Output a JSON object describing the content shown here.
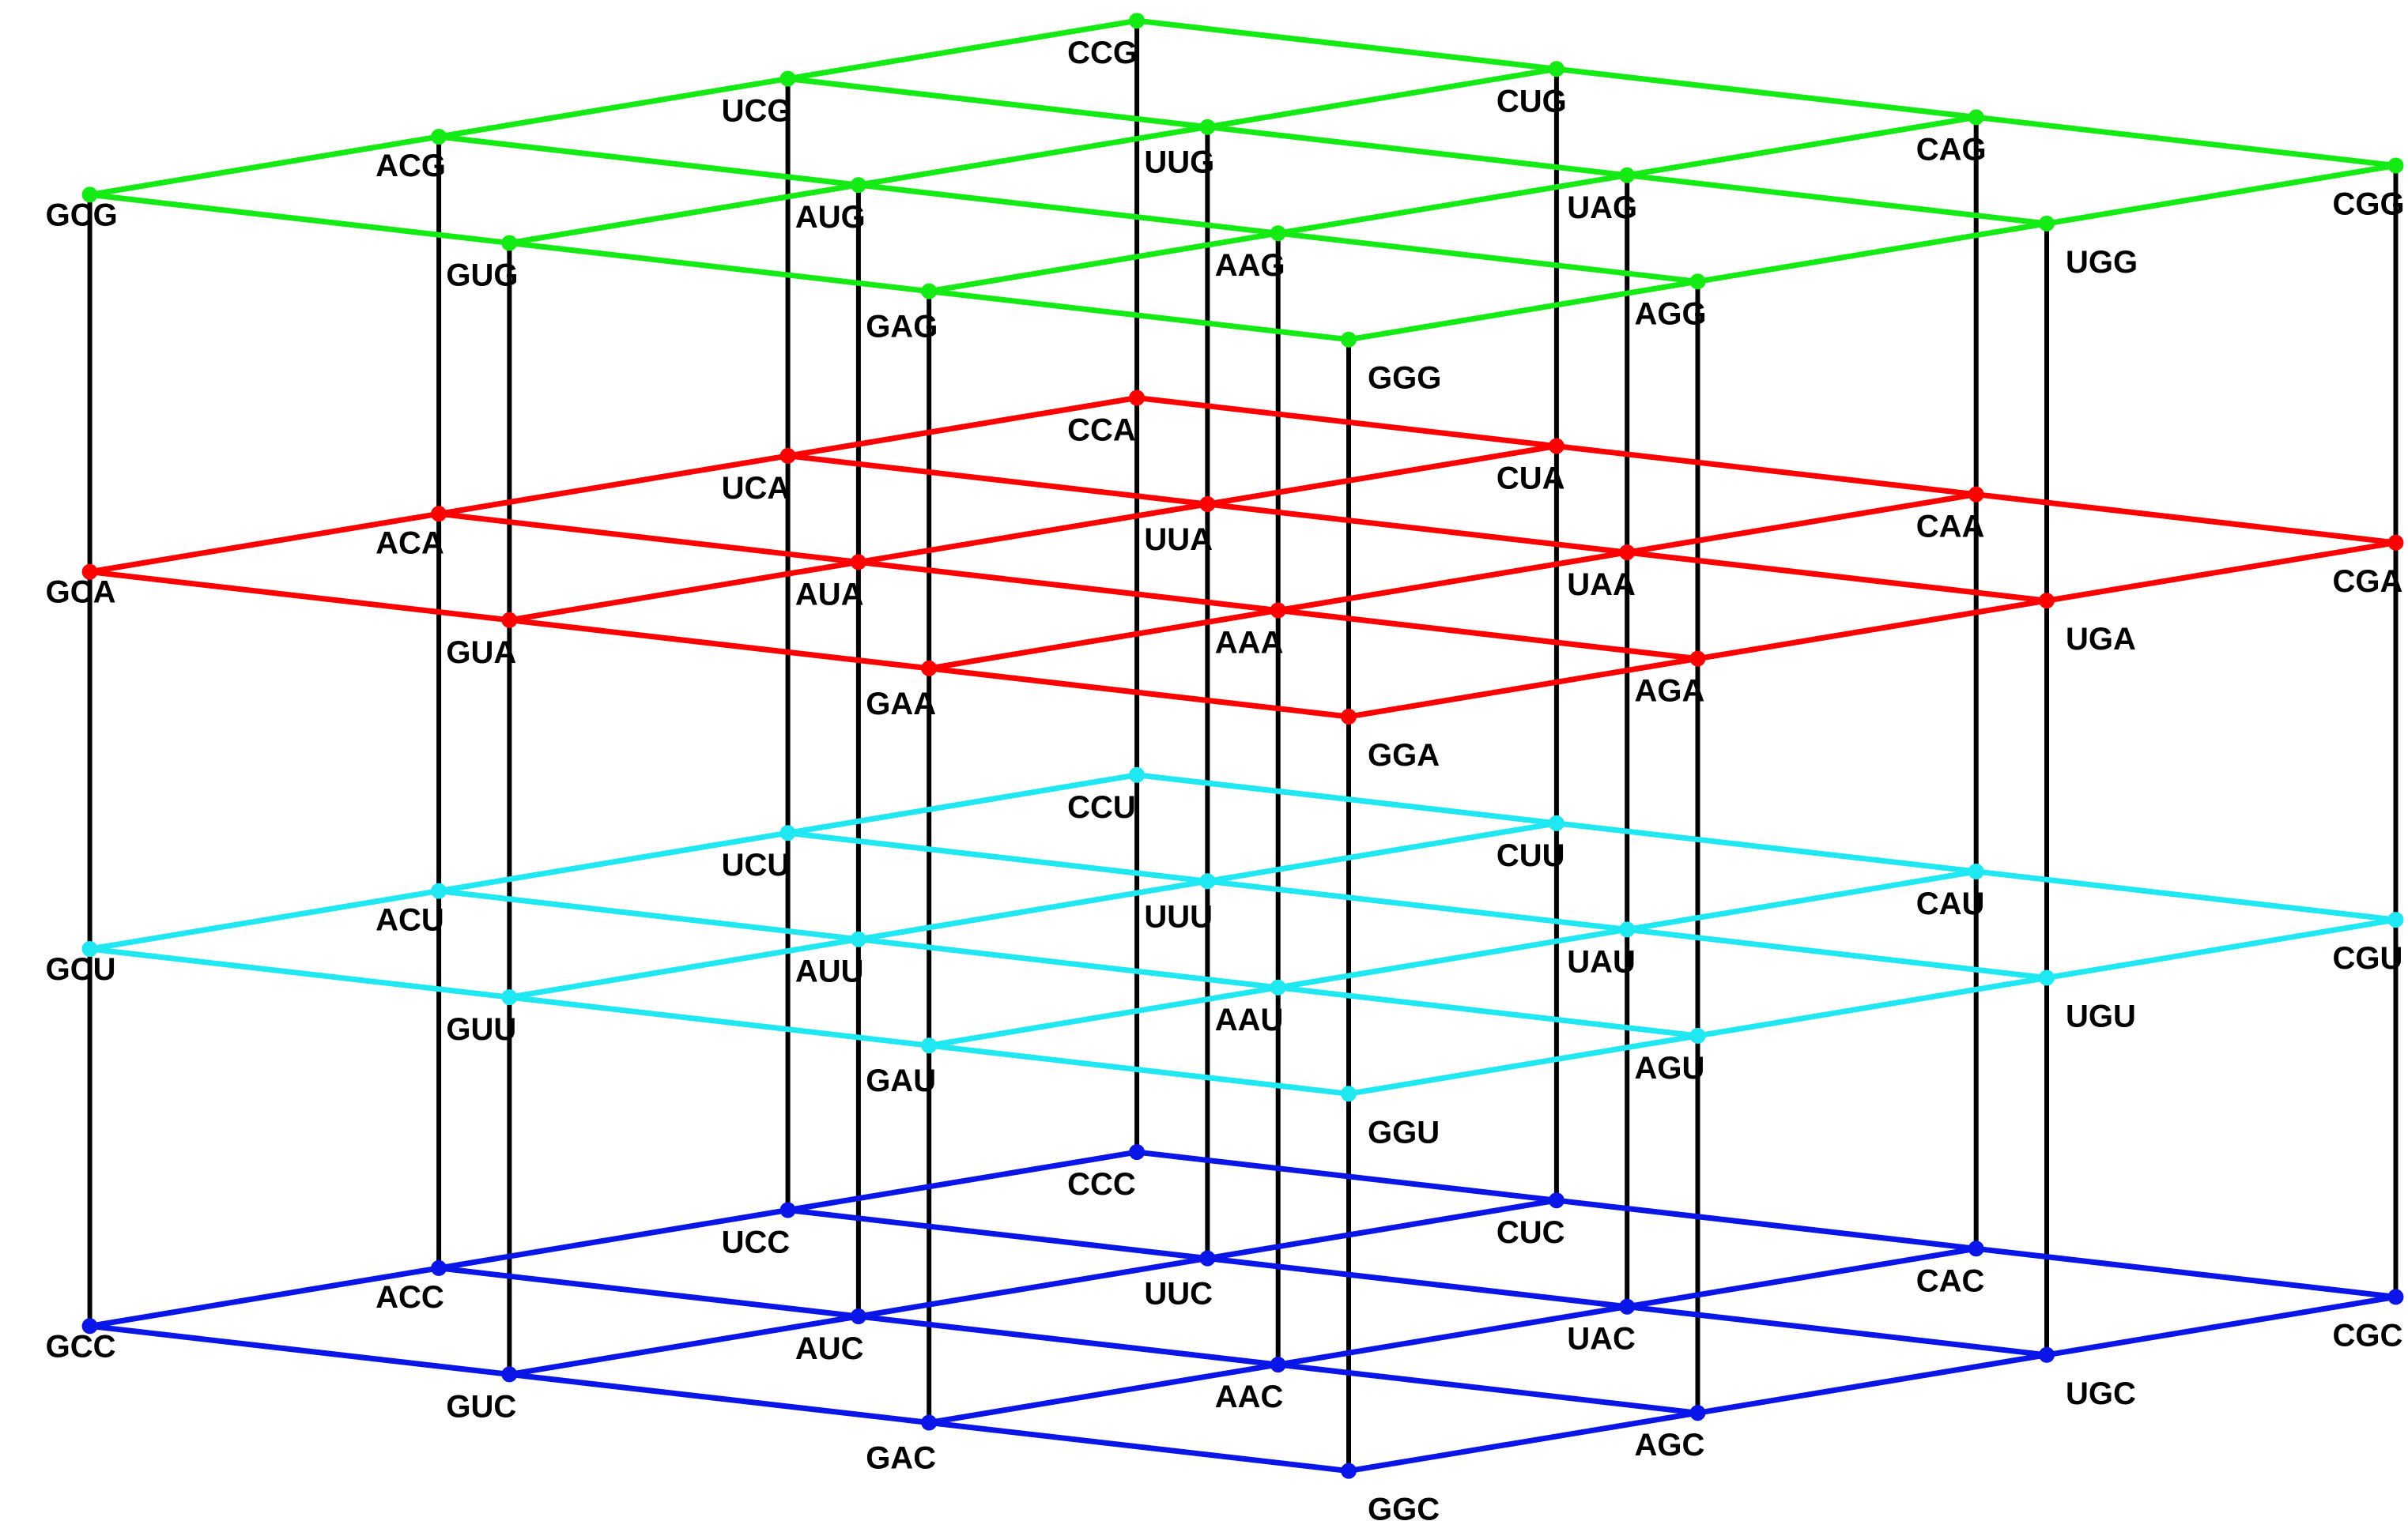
{
  "axis_letters": [
    "G",
    "U",
    "A",
    "C"
  ],
  "layers": [
    {
      "third_letter": "C",
      "color": "#0a16e8"
    },
    {
      "third_letter": "U",
      "color": "#1fe8f2"
    },
    {
      "third_letter": "A",
      "color": "#ff0000"
    },
    {
      "third_letter": "G",
      "color": "#14ea14"
    }
  ],
  "vertical_color": "#000000",
  "codons": {
    "G": [
      "GCG",
      "ACG",
      "UCG",
      "CCG",
      "GUG",
      "AUG",
      "UUG",
      "CUG",
      "GAG",
      "AAG",
      "UAG",
      "CAG",
      "GGG",
      "AGG",
      "UGG",
      "CGG"
    ],
    "A": [
      "GCA",
      "ACA",
      "UCA",
      "CCA",
      "GUA",
      "AUA",
      "UUA",
      "CUA",
      "GAA",
      "AAA",
      "UAA",
      "CAA",
      "GGA",
      "AGA",
      "UGA",
      "CGA"
    ],
    "U": [
      "GCU",
      "ACU",
      "UCU",
      "CCU",
      "GUU",
      "AUU",
      "UUU",
      "CUU",
      "GAU",
      "AAU",
      "UAU",
      "CAU",
      "GGU",
      "AGU",
      "UGU",
      "CGU"
    ],
    "C": [
      "GCC",
      "ACC",
      "UCC",
      "CCC",
      "GUC",
      "AUC",
      "UUC",
      "CUC",
      "GAC",
      "AAC",
      "UAC",
      "CAC",
      "GGC",
      "AGC",
      "UGC",
      "CGC"
    ]
  }
}
